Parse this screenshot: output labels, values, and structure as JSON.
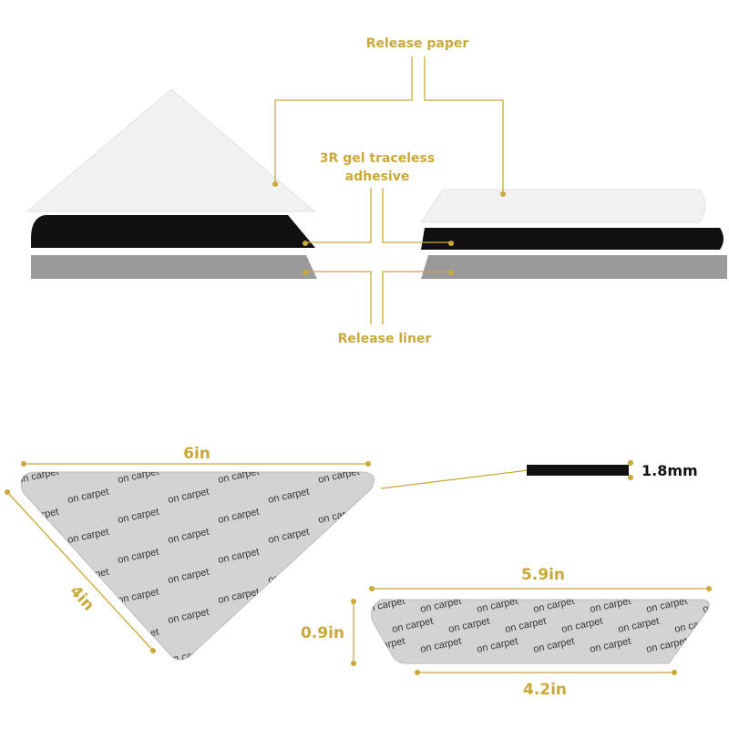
{
  "colors": {
    "accent": "#c9a93a",
    "release_paper": "#efefef",
    "adhesive": "#111111",
    "release_liner": "#9a9a9a",
    "pattern_bg": "#d3d3d3"
  },
  "labels": {
    "release_paper": "Release paper",
    "adhesive_line1": "3R gel traceless",
    "adhesive_line2": "adhesive",
    "release_liner": "Release liner"
  },
  "dimensions": {
    "triangle_width": "6in",
    "triangle_side": "4in",
    "thickness": "1.8mm",
    "strip_top": "5.9in",
    "strip_bottom": "4.2in",
    "strip_height": "0.9in"
  },
  "pattern_text": "on carpet"
}
